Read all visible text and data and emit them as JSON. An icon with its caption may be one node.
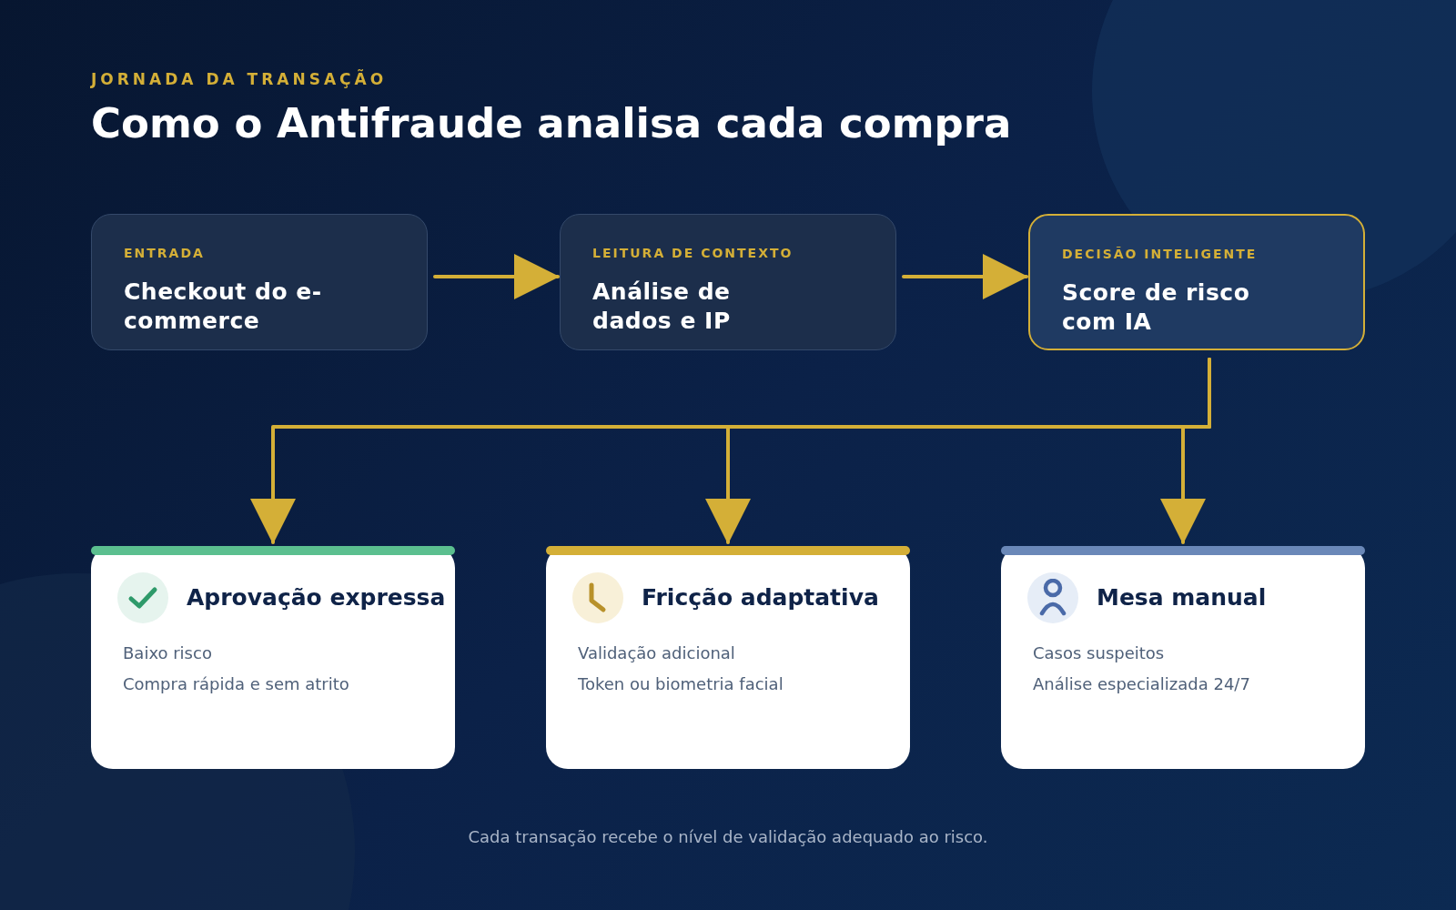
{
  "diagram": {
    "title": "Como o Antifraude analisa cada compra",
    "caption": "Cada transação recebe o nível de validação adequado ao risco.",
    "labels": [
      "JORNADA DA TRANSAÇÃO"
    ],
    "nodes": [
      {
        "text": [
          "ENTRADA",
          "Checkout do e-commerce"
        ]
      },
      {
        "text": [
          "LEITURA DE CONTEXTO",
          "Análise de dados e IP"
        ]
      },
      {
        "text": [
          "DECISÃO INTELIGENTE",
          "Score de risco com IA"
        ]
      },
      {
        "text": [
          "Aprovação expressa",
          "Baixo risco",
          "Compra rápida e sem atrito"
        ]
      },
      {
        "text": [
          "Fricção adaptativa",
          "Validação adicional",
          "Token ou biometria facial"
        ]
      },
      {
        "text": [
          "Mesa manual",
          "Casos suspeitos",
          "Análise especializada 24/7"
        ]
      }
    ],
    "edges": [
      {
        "from": 0,
        "to": 1,
        "arrow": "to"
      },
      {
        "from": 1,
        "to": 2,
        "arrow": "to"
      },
      {
        "from": 2,
        "to": 3,
        "arrow": "to"
      },
      {
        "from": 2,
        "to": 4,
        "arrow": "to"
      },
      {
        "from": 2,
        "to": 5,
        "arrow": "to"
      }
    ]
  }
}
